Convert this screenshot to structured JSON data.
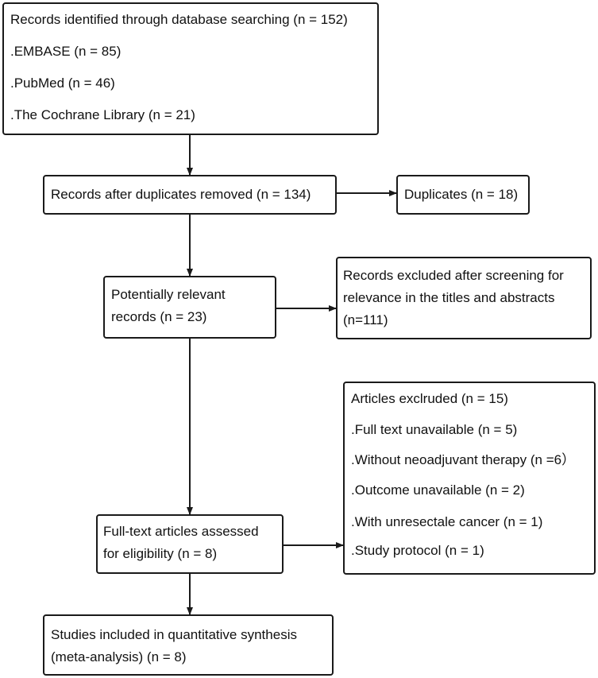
{
  "flowchart": {
    "identified": {
      "title": "Records identified through database searching (n = 152)",
      "sources": [
        ".EMBASE (n = 85)",
        ".PubMed (n = 46)",
        ".The Cochrane Library (n = 21)"
      ]
    },
    "after_duplicates": "Records after duplicates removed (n = 134)",
    "duplicates": "Duplicates (n = 18)",
    "potentially_relevant": [
      "Potentially relevant",
      "records (n = 23)"
    ],
    "excluded_screening": [
      "Records excluded after screening for",
      "relevance in the titles and abstracts",
      "(n=111)"
    ],
    "articles_excluded": {
      "title": "Articles exclruded (n = 15)",
      "reasons": [
        ".Full text unavailable (n = 5)",
        ".Without neoadjuvant therapy (n =6）",
        ".Outcome unavailable (n = 2)",
        ".With unresectale cancer (n = 1)",
        ".Study protocol (n = 1)"
      ]
    },
    "full_text": [
      "Full-text articles assessed",
      "for eligibility (n = 8)"
    ],
    "included": [
      "Studies included in quantitative synthesis",
      "(meta-analysis) (n = 8)"
    ]
  },
  "colors": {
    "border": "#1a1a1a",
    "text": "#111111",
    "background": "#ffffff"
  }
}
